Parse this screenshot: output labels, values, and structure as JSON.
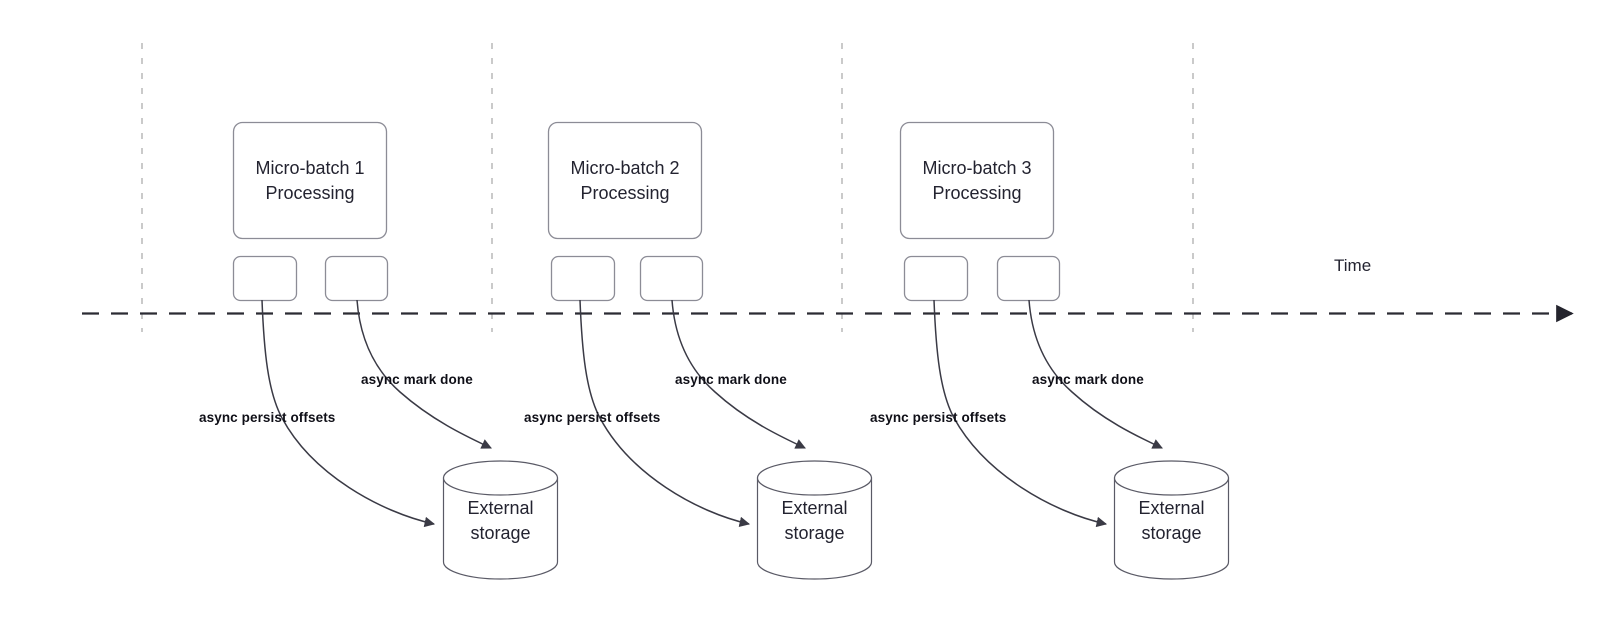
{
  "diagram": {
    "title": "Structured Streaming micro-batch asynchronous offset persistence timeline",
    "background": "#ffffff",
    "colors": {
      "box_stroke": "#8c8c96",
      "box_fill": "#ffffff",
      "text": "#232330",
      "edge": "#3a3a45",
      "guide_dashed": "#b3b3b3",
      "timeline_dashed": "#2b2b33",
      "label_text": "#0f0f17"
    },
    "axis": {
      "label": "Time",
      "style": "dashed-arrow-right"
    },
    "guides": {
      "count": 4,
      "style": "vertical-dashed"
    },
    "groups": [
      {
        "id": "micro-batch-1",
        "process_label": "Micro-batch 1\nProcessing",
        "task_boxes": [
          "",
          ""
        ],
        "storage_label": "External\nstorage",
        "edges": [
          {
            "id": "persist-offsets-1",
            "label": "async persist offsets",
            "from": "task-box-left",
            "to": "storage-left"
          },
          {
            "id": "mark-done-1",
            "label": "async mark done",
            "from": "task-box-right",
            "to": "storage-top"
          }
        ]
      },
      {
        "id": "micro-batch-2",
        "process_label": "Micro-batch 2\nProcessing",
        "task_boxes": [
          "",
          ""
        ],
        "storage_label": "External\nstorage",
        "edges": [
          {
            "id": "persist-offsets-2",
            "label": "async persist offsets",
            "from": "task-box-left",
            "to": "storage-left"
          },
          {
            "id": "mark-done-2",
            "label": "async mark done",
            "from": "task-box-right",
            "to": "storage-top"
          }
        ]
      },
      {
        "id": "micro-batch-3",
        "process_label": "Micro-batch 3\nProcessing",
        "task_boxes": [
          "",
          ""
        ],
        "storage_label": "External\nstorage",
        "edges": [
          {
            "id": "persist-offsets-3",
            "label": "async persist offsets",
            "from": "task-box-left",
            "to": "storage-left"
          },
          {
            "id": "mark-done-3",
            "label": "async mark done",
            "from": "task-box-right",
            "to": "storage-top"
          }
        ]
      }
    ]
  }
}
